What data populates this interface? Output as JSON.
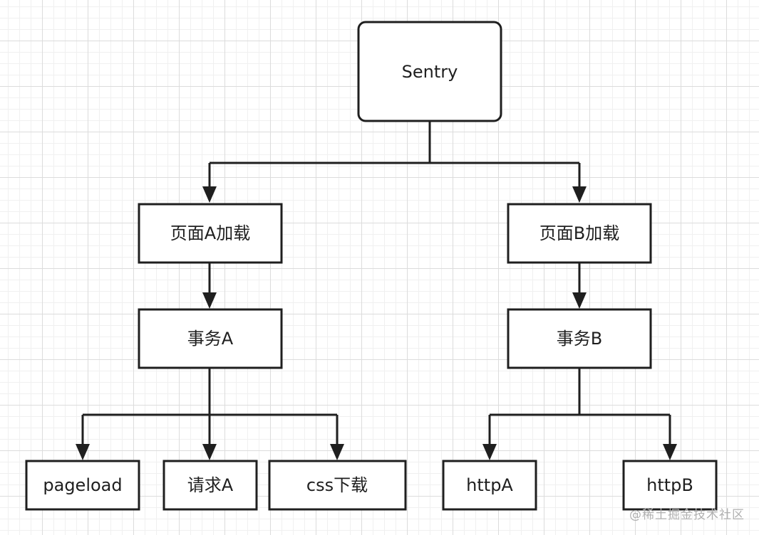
{
  "nodes": {
    "sentry": "Sentry",
    "page_a": "页面A加载",
    "page_b": "页面B加载",
    "txn_a": "事务A",
    "txn_b": "事务B",
    "pageload": "pageload",
    "request_a": "请求A",
    "css": "css下载",
    "http_a": "httpA",
    "http_b": "httpB"
  },
  "watermark": "@稀土掘金技术社区"
}
